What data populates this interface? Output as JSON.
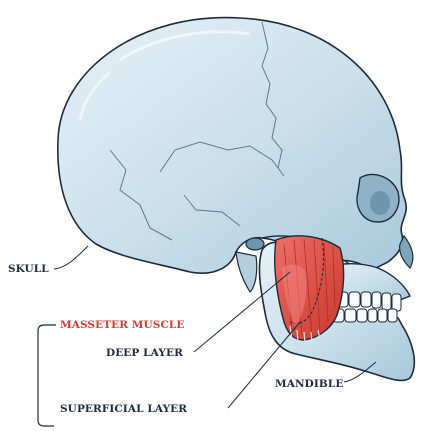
{
  "labels": {
    "skull": "SKULL",
    "masseter": "MASSETER MUSCLE",
    "deep": "DEEP LAYER",
    "superficial": "SUPERFICIAL LAYER",
    "mandible": "MANDIBLE"
  },
  "colors": {
    "bone_fill": "#c9dfea",
    "bone_light": "#e3eff5",
    "bone_shadow": "#9fc0d2",
    "outline": "#1e2b3c",
    "muscle": "#e2554f",
    "muscle_dark": "#c0392b",
    "accent_text": "#d63b2f",
    "label_text": "#1f2a44"
  }
}
